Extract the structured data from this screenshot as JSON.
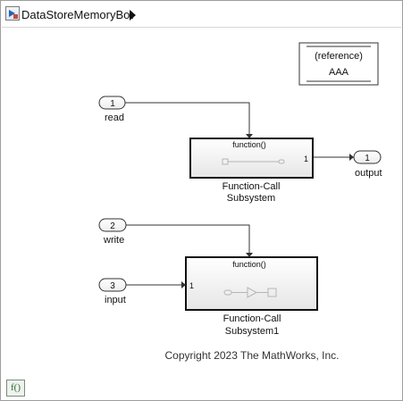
{
  "breadcrumb": {
    "model_name": "DataStoreMemoryBot",
    "arrow_icon": "chevron-right-icon"
  },
  "blocks": {
    "reference": {
      "line1": "(reference)",
      "line2": "AAA"
    },
    "inport_read": {
      "number": "1",
      "name": "read"
    },
    "inport_write": {
      "number": "2",
      "name": "write"
    },
    "inport_input": {
      "number": "3",
      "name": "input"
    },
    "outport_output": {
      "number": "1",
      "name": "output"
    },
    "fcs1": {
      "trigger": "function()",
      "out_port": "1",
      "name_line1": "Function-Call",
      "name_line2": "Subsystem"
    },
    "fcs2": {
      "trigger": "function()",
      "in_port": "1",
      "name_line1": "Function-Call",
      "name_line2": "Subsystem1"
    }
  },
  "copyright": "Copyright 2023 The MathWorks, Inc.",
  "footer_button": {
    "label": "f()"
  }
}
